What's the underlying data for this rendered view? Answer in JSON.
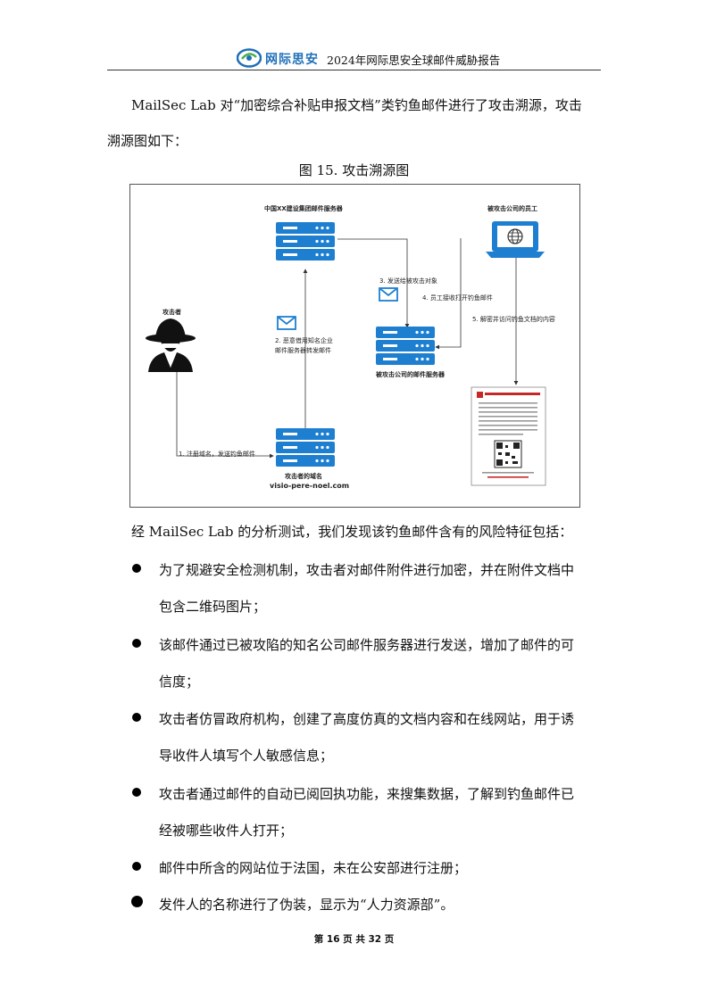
{
  "header": {
    "brand": "网际思安",
    "report_title": "2024年网际思安全球邮件威胁报告"
  },
  "intro": {
    "line1": "MailSec Lab 对“加密综合补贴申报文档”类钓鱼邮件进行了攻击溯源，攻击",
    "line2": "溯源图如下："
  },
  "figure": {
    "title": "图 15.  攻击溯源图",
    "labels": {
      "relay_server": "中国XX建设集团邮件服务器",
      "employee": "被攻击公司的员工",
      "attacker": "攻击者",
      "step1": "1. 注册域名，发送钓鱼邮件",
      "step2_line1": "2. 恶意借用知名企业",
      "step2_line2": "邮件服务器转发邮件",
      "step3": "3. 发送给被攻击对象",
      "step4": "4. 员工接收打开钓鱼邮件",
      "step5": "5. 解密并访问钓鱼文档的内容",
      "victim_server": "被攻击公司的邮件服务器",
      "attacker_domain": "攻击者的域名",
      "domain": "visio-pere-noel.com"
    }
  },
  "analysis_intro": "经 MailSec Lab 的分析测试，我们发现该钓鱼邮件含有的风险特征包括：",
  "bullets": [
    {
      "line1": "为了规避安全检测机制，攻击者对邮件附件进行加密，并在附件文档中",
      "line2": "包含二维码图片；"
    },
    {
      "line1": "该邮件通过已被攻陷的知名公司邮件服务器进行发送，增加了邮件的可",
      "line2": "信度；"
    },
    {
      "line1": "攻击者仿冒政府机构，创建了高度仿真的文档内容和在线网站，用于诱",
      "line2": "导收件人填写个人敏感信息；"
    },
    {
      "line1": "攻击者通过邮件的自动已阅回执功能，来搜集数据，了解到钓鱼邮件已",
      "line2": "经被哪些收件人打开；"
    },
    {
      "line1": "邮件中所含的网站位于法国，未在公安部进行注册；",
      "line2": ""
    },
    {
      "line1": "发件人的名称进行了伪装，显示为“人力资源部”。",
      "line2": ""
    }
  ],
  "footer": "第 16 页 共 32 页",
  "colors": {
    "accent": "#1e7fd0",
    "brand": "#1f6fb8"
  }
}
